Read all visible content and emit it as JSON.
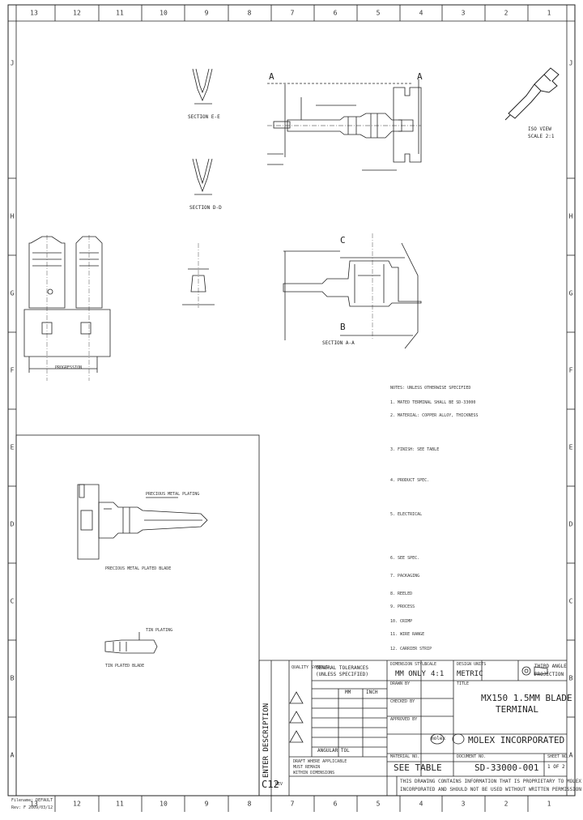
{
  "zones": {
    "columns": [
      "13",
      "12",
      "11",
      "10",
      "9",
      "8",
      "7",
      "6",
      "5",
      "4",
      "3",
      "2",
      "1"
    ],
    "rows": [
      "J",
      "H",
      "G",
      "F",
      "E",
      "D",
      "C",
      "B",
      "A"
    ]
  },
  "views": {
    "section_e_e": "SECTION E-E",
    "section_d_d": "SECTION D-D",
    "section_a_a": "SECTION A-A",
    "iso_view_1": "ISO VIEW",
    "iso_view_2": "SCALE 2:1",
    "label_a_left": "A",
    "label_a_right": "A",
    "label_c_top": "C",
    "label_b_bottom": "B",
    "precious_metal": "PRECIOUS METAL PLATED BLADE",
    "tin_plated": "TIN PLATED BLADE",
    "precious_callout": "PRECIOUS METAL PLATING",
    "tin_callout": "TIN PLATING",
    "progression": "PROGRESSION"
  },
  "notes": [
    "NOTES: UNLESS OTHERWISE SPECIFIED",
    "1. MATED TERMINAL SHALL BE SD-33000",
    "2. MATERIAL: COPPER ALLOY, THICKNESS",
    "3. FINISH: SEE TABLE",
    "4. PRODUCT SPEC.",
    "5. ELECTRICAL",
    "6. SEE SPEC.",
    "7. PACKAGING",
    "8. REELED",
    "9. PROCESS",
    "10. CRIMP",
    "11. WIRE RANGE",
    "12. CARRIER STRIP"
  ],
  "title_block": {
    "general_tol_1": "GENERAL TOLERANCES",
    "general_tol_2": "(UNLESS SPECIFIED)",
    "quality_symbols": "QUALITY SYMBOLS",
    "dimension_style": "DIMENSION STYLE",
    "dimension_value": "MM ONLY",
    "scale_label": "SCALE",
    "scale_value": "4:1",
    "units_label": "DESIGN UNITS",
    "units_value": "METRIC",
    "third_angle_1": "THIRD ANGLE",
    "third_angle_2": "PROJECTION",
    "mm_col": "MM",
    "inch_col": "INCH",
    "title_label": "TITLE",
    "title_1": "MX150 1.5MM BLADE",
    "title_2": "TERMINAL",
    "company": "MOLEX INCORPORATED",
    "logo": "molex",
    "drawn_by_label": "DRAWN BY",
    "checked_by_label": "CHECKED BY",
    "approved_by_label": "APPROVED BY",
    "material_no_label": "MATERIAL NO.",
    "material_no_value": "SEE TABLE",
    "document_no_label": "DOCUMENT NO.",
    "document_no_value": "SD-33000-001",
    "sheet_label": "SHEET NO.",
    "sheet_value": "1 OF 2",
    "angular_tol": "ANGULAR TOL",
    "drafting": "DRAFT WHERE APPLICABLE",
    "drafting_2": "MUST REMAIN",
    "drafting_3": "WITHIN DIMENSIONS",
    "proprietary_1": "THIS DRAWING CONTAINS INFORMATION THAT IS PROPRIETARY TO MOLEX",
    "proprietary_2": "INCORPORATED AND SHOULD NOT BE USED WITHOUT WRITTEN PERMISSION",
    "format_code": "C12",
    "rev_label": "REV",
    "enter_description": "ENTER DESCRIPTION"
  },
  "footer": {
    "filename": "Filename: DEFAULT",
    "revision": "Rev: F  2009/03/12"
  },
  "colors": {
    "line": "#222222",
    "paper": "#ffffff"
  }
}
